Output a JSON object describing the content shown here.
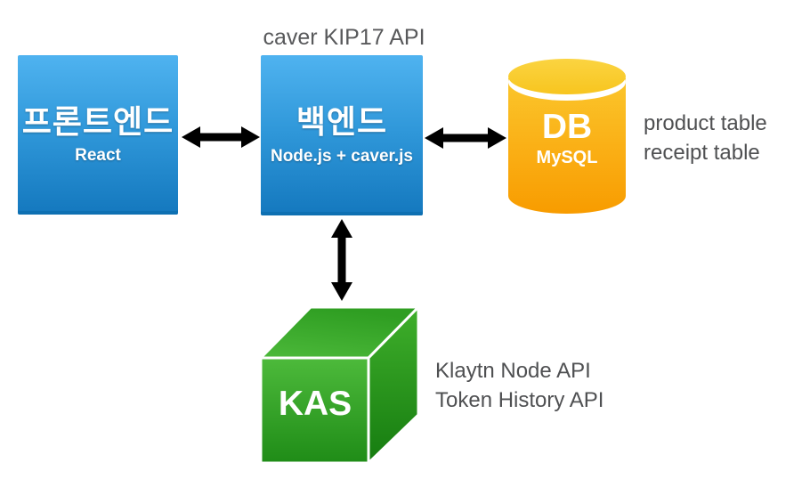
{
  "diagram": {
    "api_label": "caver KIP17 API",
    "nodes": {
      "frontend": {
        "title": "프론트엔드",
        "subtitle": "React"
      },
      "backend": {
        "title": "백엔드",
        "subtitle": "Node.js + caver.js"
      },
      "database": {
        "title": "DB",
        "subtitle": "MySQL"
      },
      "kas": {
        "title": "KAS"
      }
    },
    "annotations": {
      "database": {
        "line1": "product table",
        "line2": "receipt table"
      },
      "kas": {
        "line1": "Klaytn Node API",
        "line2": "Token History API"
      }
    },
    "edges": [
      {
        "from": "frontend",
        "to": "backend",
        "type": "double-arrow"
      },
      {
        "from": "backend",
        "to": "database",
        "type": "double-arrow"
      },
      {
        "from": "backend",
        "to": "kas",
        "type": "double-arrow"
      }
    ],
    "colors": {
      "box_blue_top": "#4FB3F0",
      "box_blue_bottom": "#1478BE",
      "cylinder_top_ellipse": "#F9CB2A",
      "cylinder_body_top": "#FBC62C",
      "cylinder_body_bottom": "#F89C00",
      "cube_front_top": "#4DBA3B",
      "cube_front_bottom": "#1F8C17",
      "cube_right_top": "#3FAF2B",
      "cube_right_bottom": "#167C10",
      "cube_top_face": "#3FAD2D",
      "arrow": "#000000",
      "annotation_gray": "#58595B",
      "node_text": "#FFFFFF"
    }
  }
}
